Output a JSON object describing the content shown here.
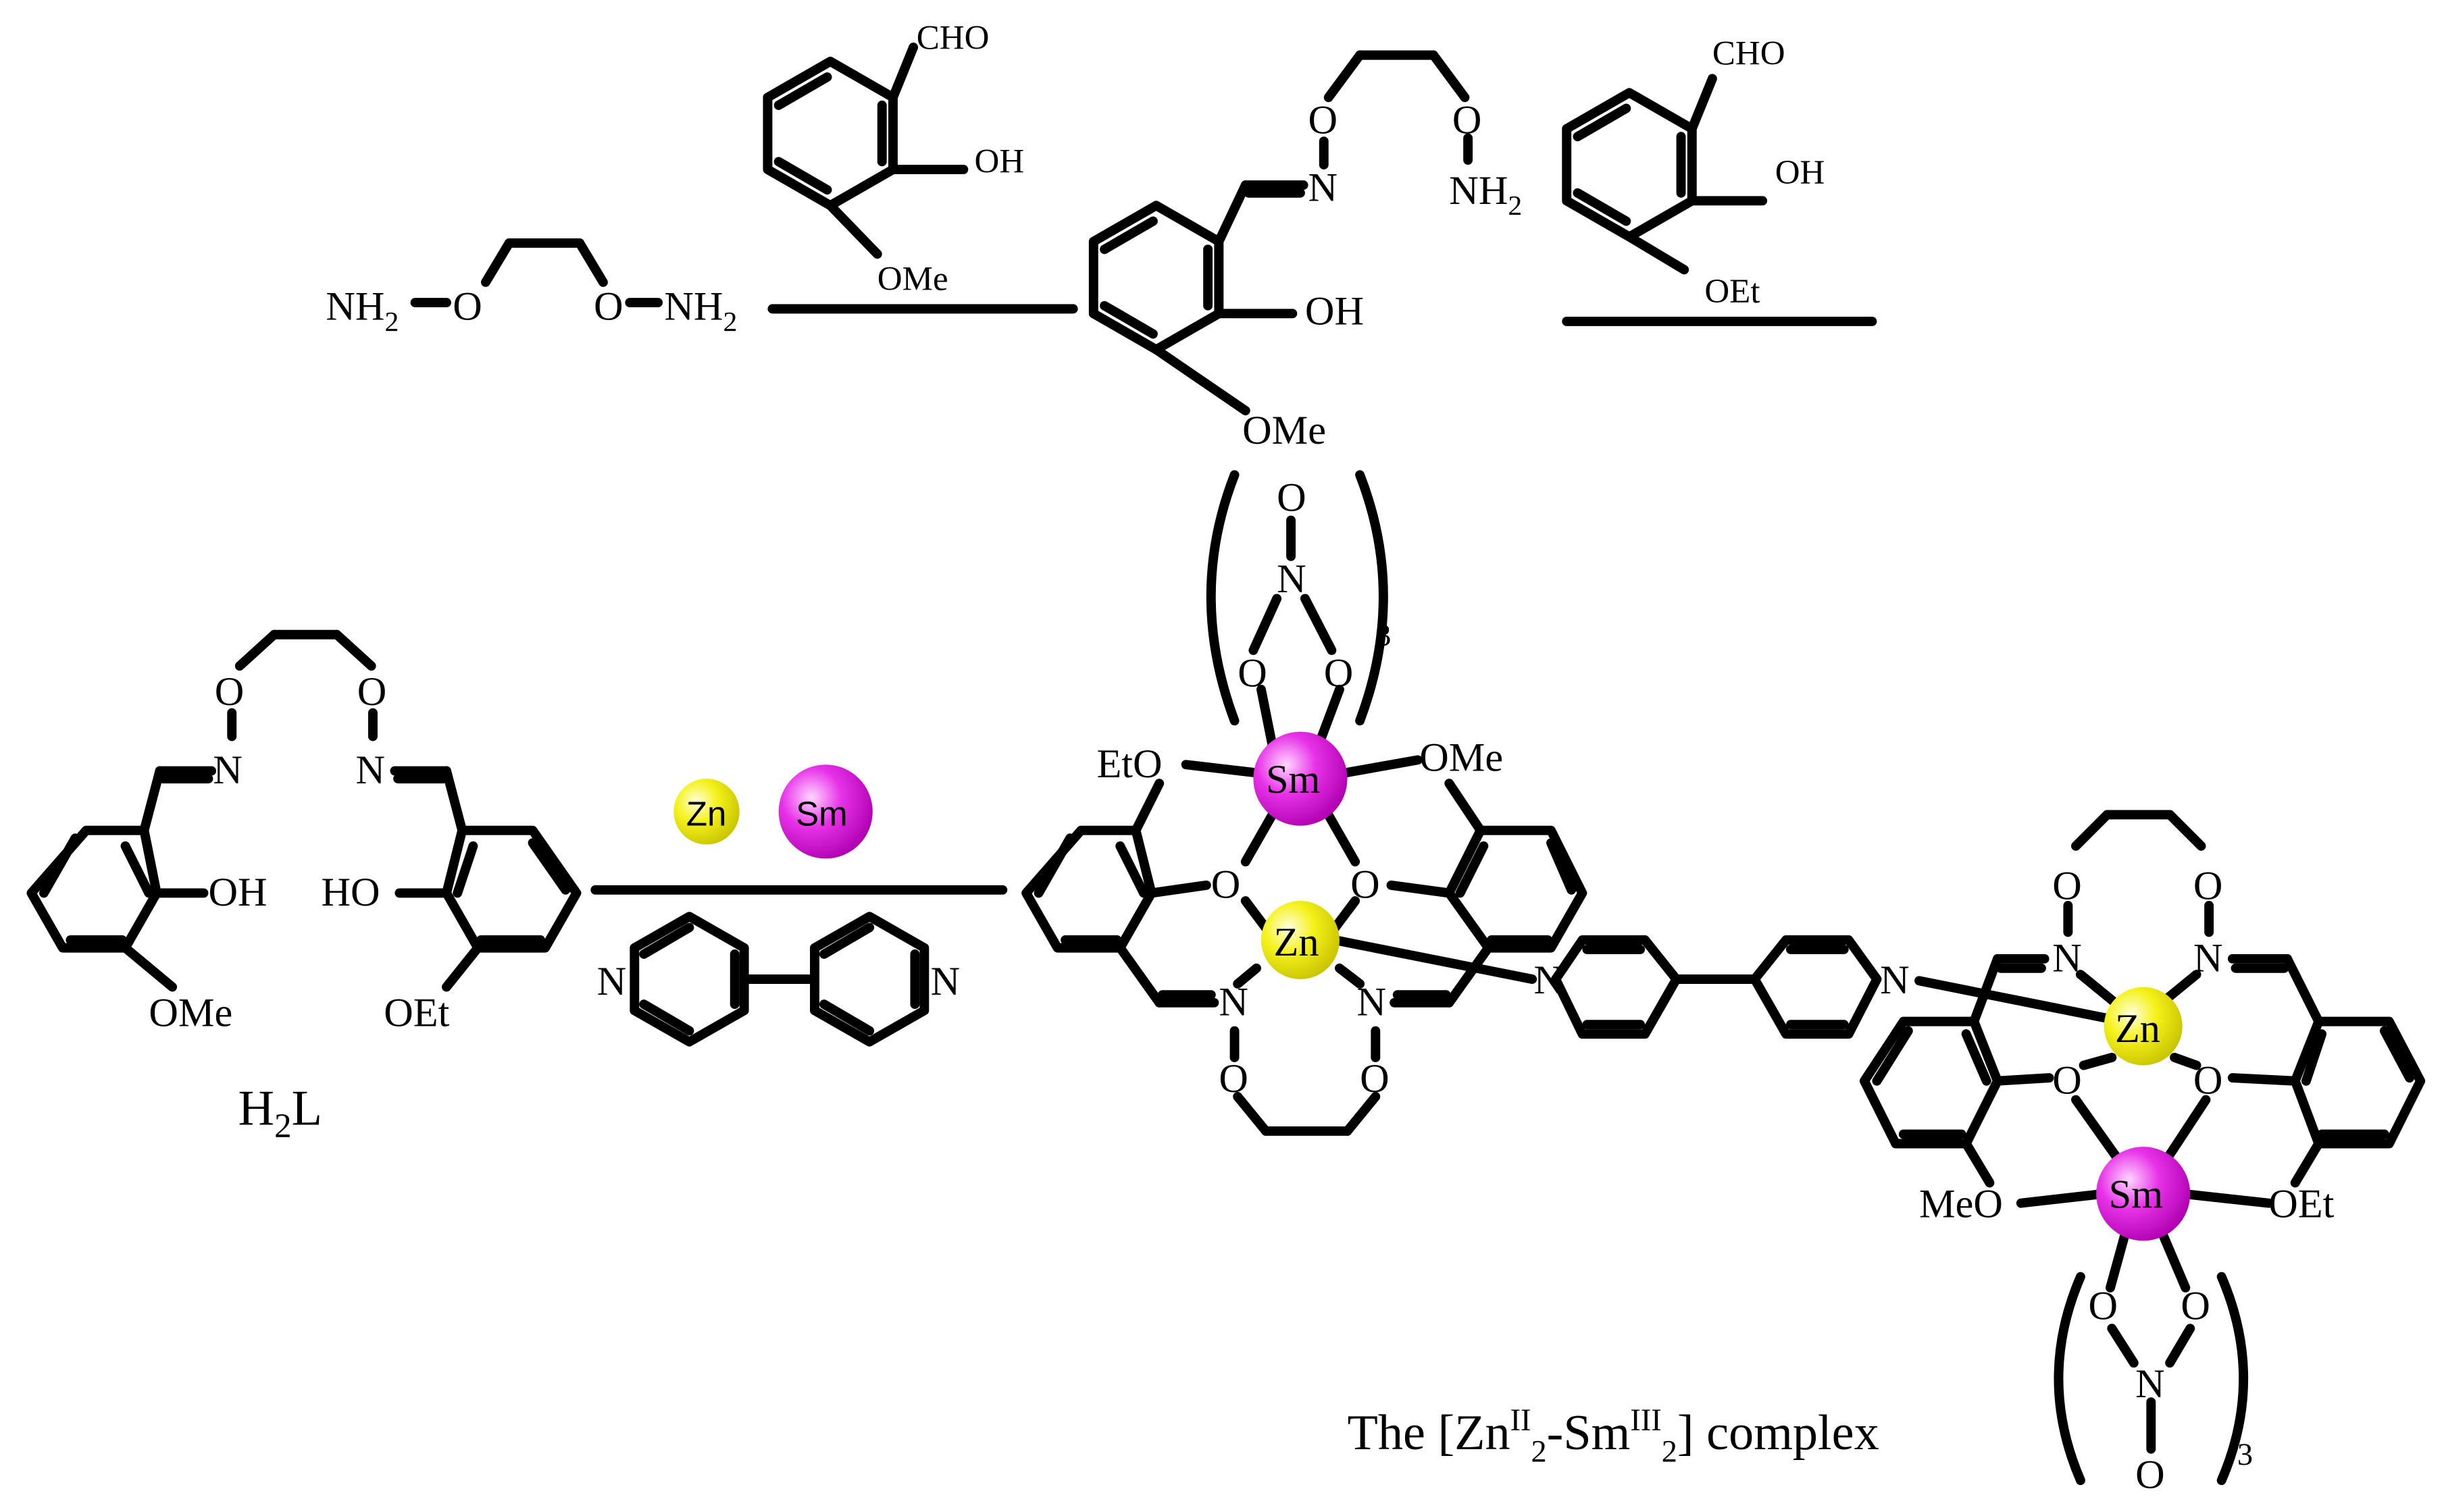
{
  "reagents": {
    "diamine": {
      "nh2_left": "NH",
      "o_left": "O",
      "o_right": "O",
      "nh2_right": "NH",
      "sub2": "2"
    },
    "aldehyde_1": {
      "cho": "CHO",
      "oh": "OH",
      "sub": "OMe"
    },
    "intermediate": {
      "o1": "O",
      "n": "N",
      "o2": "O",
      "nh": "NH",
      "sub2": "2",
      "oh": "OH",
      "sub": "OMe"
    },
    "aldehyde_2": {
      "cho": "CHO",
      "oh": "OH",
      "sub": "OEt"
    }
  },
  "ligand": {
    "name": "H",
    "name_sub": "2",
    "name_tail": "L",
    "o_left": "O",
    "o_right": "O",
    "n_left": "N",
    "n_right": "N",
    "oh_left": "OH",
    "ho_right": "HO",
    "ome": "OMe",
    "oet": "OEt"
  },
  "reaction_conditions": {
    "metal_1": {
      "label": "Zn",
      "color": "#f5f21c"
    },
    "metal_2": {
      "label": "Sm",
      "color": "#e832e8"
    },
    "bipyridine_n_left": "N",
    "bipyridine_n_right": "N"
  },
  "complex_unit_1": {
    "nitrate_o_top": "O",
    "nitrate_n": "N",
    "nitrate_o_left": "O",
    "nitrate_o_right": "O",
    "nitrate_count": "3",
    "sm": "Sm",
    "zn": "Zn",
    "eto": "EtO",
    "ome": "OMe",
    "o_phen_left": "O",
    "o_phen_right": "O",
    "n_left": "N",
    "n_right": "N",
    "o_bridge_left": "O",
    "o_bridge_right": "O"
  },
  "bridge_bipyridine": {
    "n_left": "N",
    "n_right": "N"
  },
  "complex_unit_2": {
    "o_top_left": "O",
    "o_top_right": "O",
    "n_left": "N",
    "n_right": "N",
    "zn": "Zn",
    "sm": "Sm",
    "o_phen_left": "O",
    "o_phen_right": "O",
    "meo": "MeO",
    "oet": "OEt",
    "nitrate_o_left": "O",
    "nitrate_o_right": "O",
    "nitrate_n": "N",
    "nitrate_o_bottom": "O",
    "nitrate_count": "3"
  },
  "product_caption": {
    "prefix": "The [Zn",
    "zn_ox": "II",
    "zn_count": "2",
    "dash_sm": "-Sm",
    "sm_ox": "III",
    "sm_count": "2",
    "suffix": "] complex"
  },
  "colors": {
    "zinc": "#f5f21c",
    "samarium": "#e832e8",
    "bond": "#000000"
  }
}
